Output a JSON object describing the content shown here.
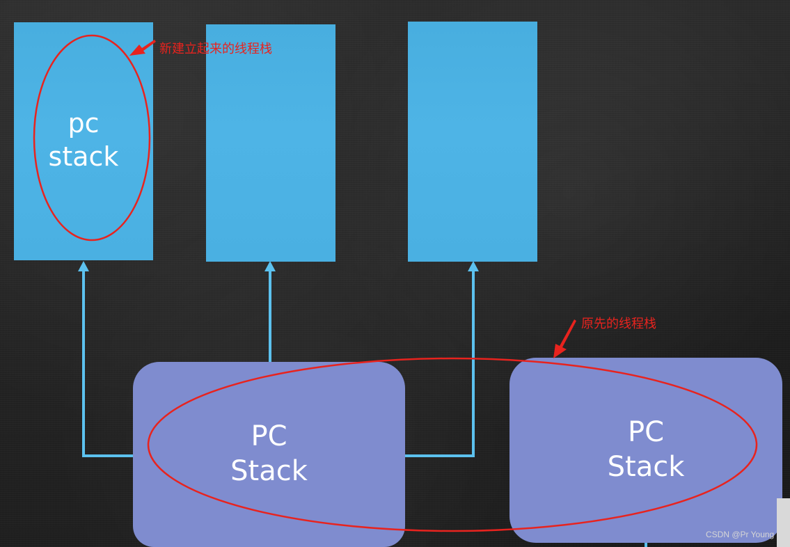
{
  "diagram": {
    "thread_stacks": [
      {
        "label": "pc\nstack"
      },
      {
        "label": ""
      },
      {
        "label": ""
      }
    ],
    "pc_boxes": [
      {
        "label": "PC\nStack"
      },
      {
        "label": "PC\nStack"
      }
    ],
    "annotations": {
      "new_stack": "新建立起来的线程栈",
      "original_stack": "原先的线程栈"
    },
    "colors": {
      "stack_fill": "#4ab0e2",
      "pc_box_fill": "#7f8ccf",
      "connector": "#5cc1ee",
      "annotation": "#e8231e",
      "background": "#262626"
    }
  },
  "watermark": "CSDN @Pr Young"
}
